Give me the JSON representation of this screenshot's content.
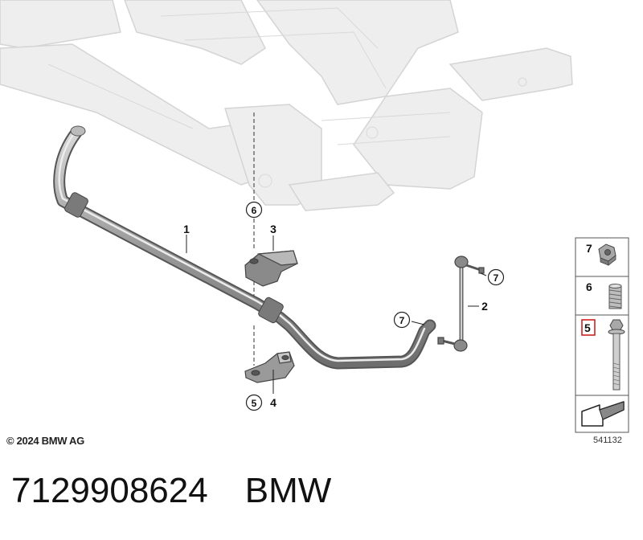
{
  "callouts": {
    "stabilizer_bar": "1",
    "stabilizer_link": "2",
    "rubber_mounting": "3",
    "bracket": "4",
    "hex_bolt": "5",
    "threaded_insert": "6",
    "hex_nut": "7"
  },
  "legend": {
    "items": [
      {
        "number": "7",
        "icon": "hex-nut-icon"
      },
      {
        "number": "6",
        "icon": "threaded-insert-icon"
      },
      {
        "number": "5",
        "icon": "hex-bolt-icon",
        "highlighted": true
      }
    ],
    "corner_icon": "arrow-corner-icon",
    "highlight_color": "#cc2222"
  },
  "copyright": "© 2024 BMW AG",
  "diagram_id": "541132",
  "footer": {
    "part_number": "7129908624",
    "brand": "BMW"
  }
}
